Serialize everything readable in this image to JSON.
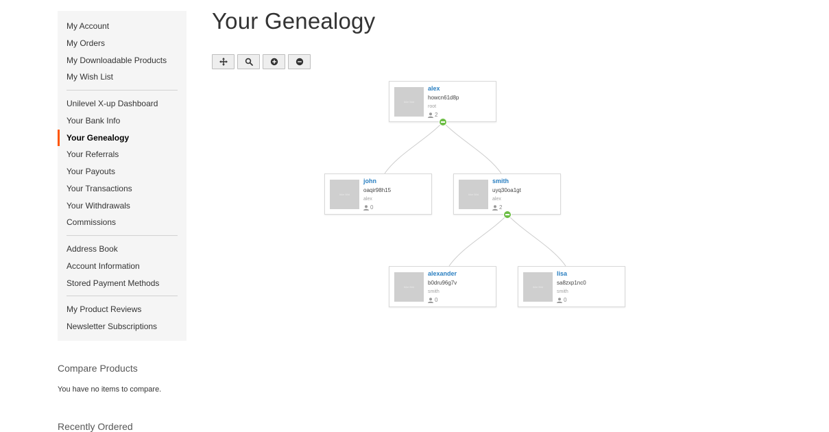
{
  "sidebar": {
    "groups": [
      [
        "My Account",
        "My Orders",
        "My Downloadable Products",
        "My Wish List"
      ],
      [
        "Unilevel X-up Dashboard",
        "Your Bank Info",
        "Your Genealogy",
        "Your Referrals",
        "Your Payouts",
        "Your Transactions",
        "Your Withdrawals",
        "Commissions"
      ],
      [
        "Address Book",
        "Account Information",
        "Stored Payment Methods"
      ],
      [
        "My Product Reviews",
        "Newsletter Subscriptions"
      ]
    ],
    "active": "Your Genealogy"
  },
  "compare": {
    "title": "Compare Products",
    "empty": "You have no items to compare."
  },
  "recent": {
    "title": "Recently Ordered"
  },
  "main": {
    "title": "Your Genealogy"
  },
  "toolbar": {
    "buttons": [
      "move-icon",
      "search-icon",
      "zoom-in-icon",
      "zoom-out-icon"
    ]
  },
  "tree": {
    "nodes": [
      {
        "id": "alex",
        "name": "alex",
        "code": "howcn61d8p",
        "parent": "root",
        "count": "2",
        "photo_text": "Ikke Bild"
      },
      {
        "id": "john",
        "name": "john",
        "code": "oaqir98h15",
        "parent": "alex",
        "count": "0",
        "photo_text": "Ikke Bild"
      },
      {
        "id": "smith",
        "name": "smith",
        "code": "uyq30oa1gt",
        "parent": "alex",
        "count": "2",
        "photo_text": "Ikke Bild"
      },
      {
        "id": "alexander",
        "name": "alexander",
        "code": "b0dru96g7v",
        "parent": "smith",
        "count": "0",
        "photo_text": "Ikke Bild"
      },
      {
        "id": "lisa",
        "name": "lisa",
        "code": "sa8zxp1nc0",
        "parent": "smith",
        "count": "0",
        "photo_text": "Ikke Bild"
      }
    ]
  },
  "colors": {
    "accent": "#ff5501",
    "link": "#2a7fc1",
    "collapse": "#6cbd45"
  }
}
